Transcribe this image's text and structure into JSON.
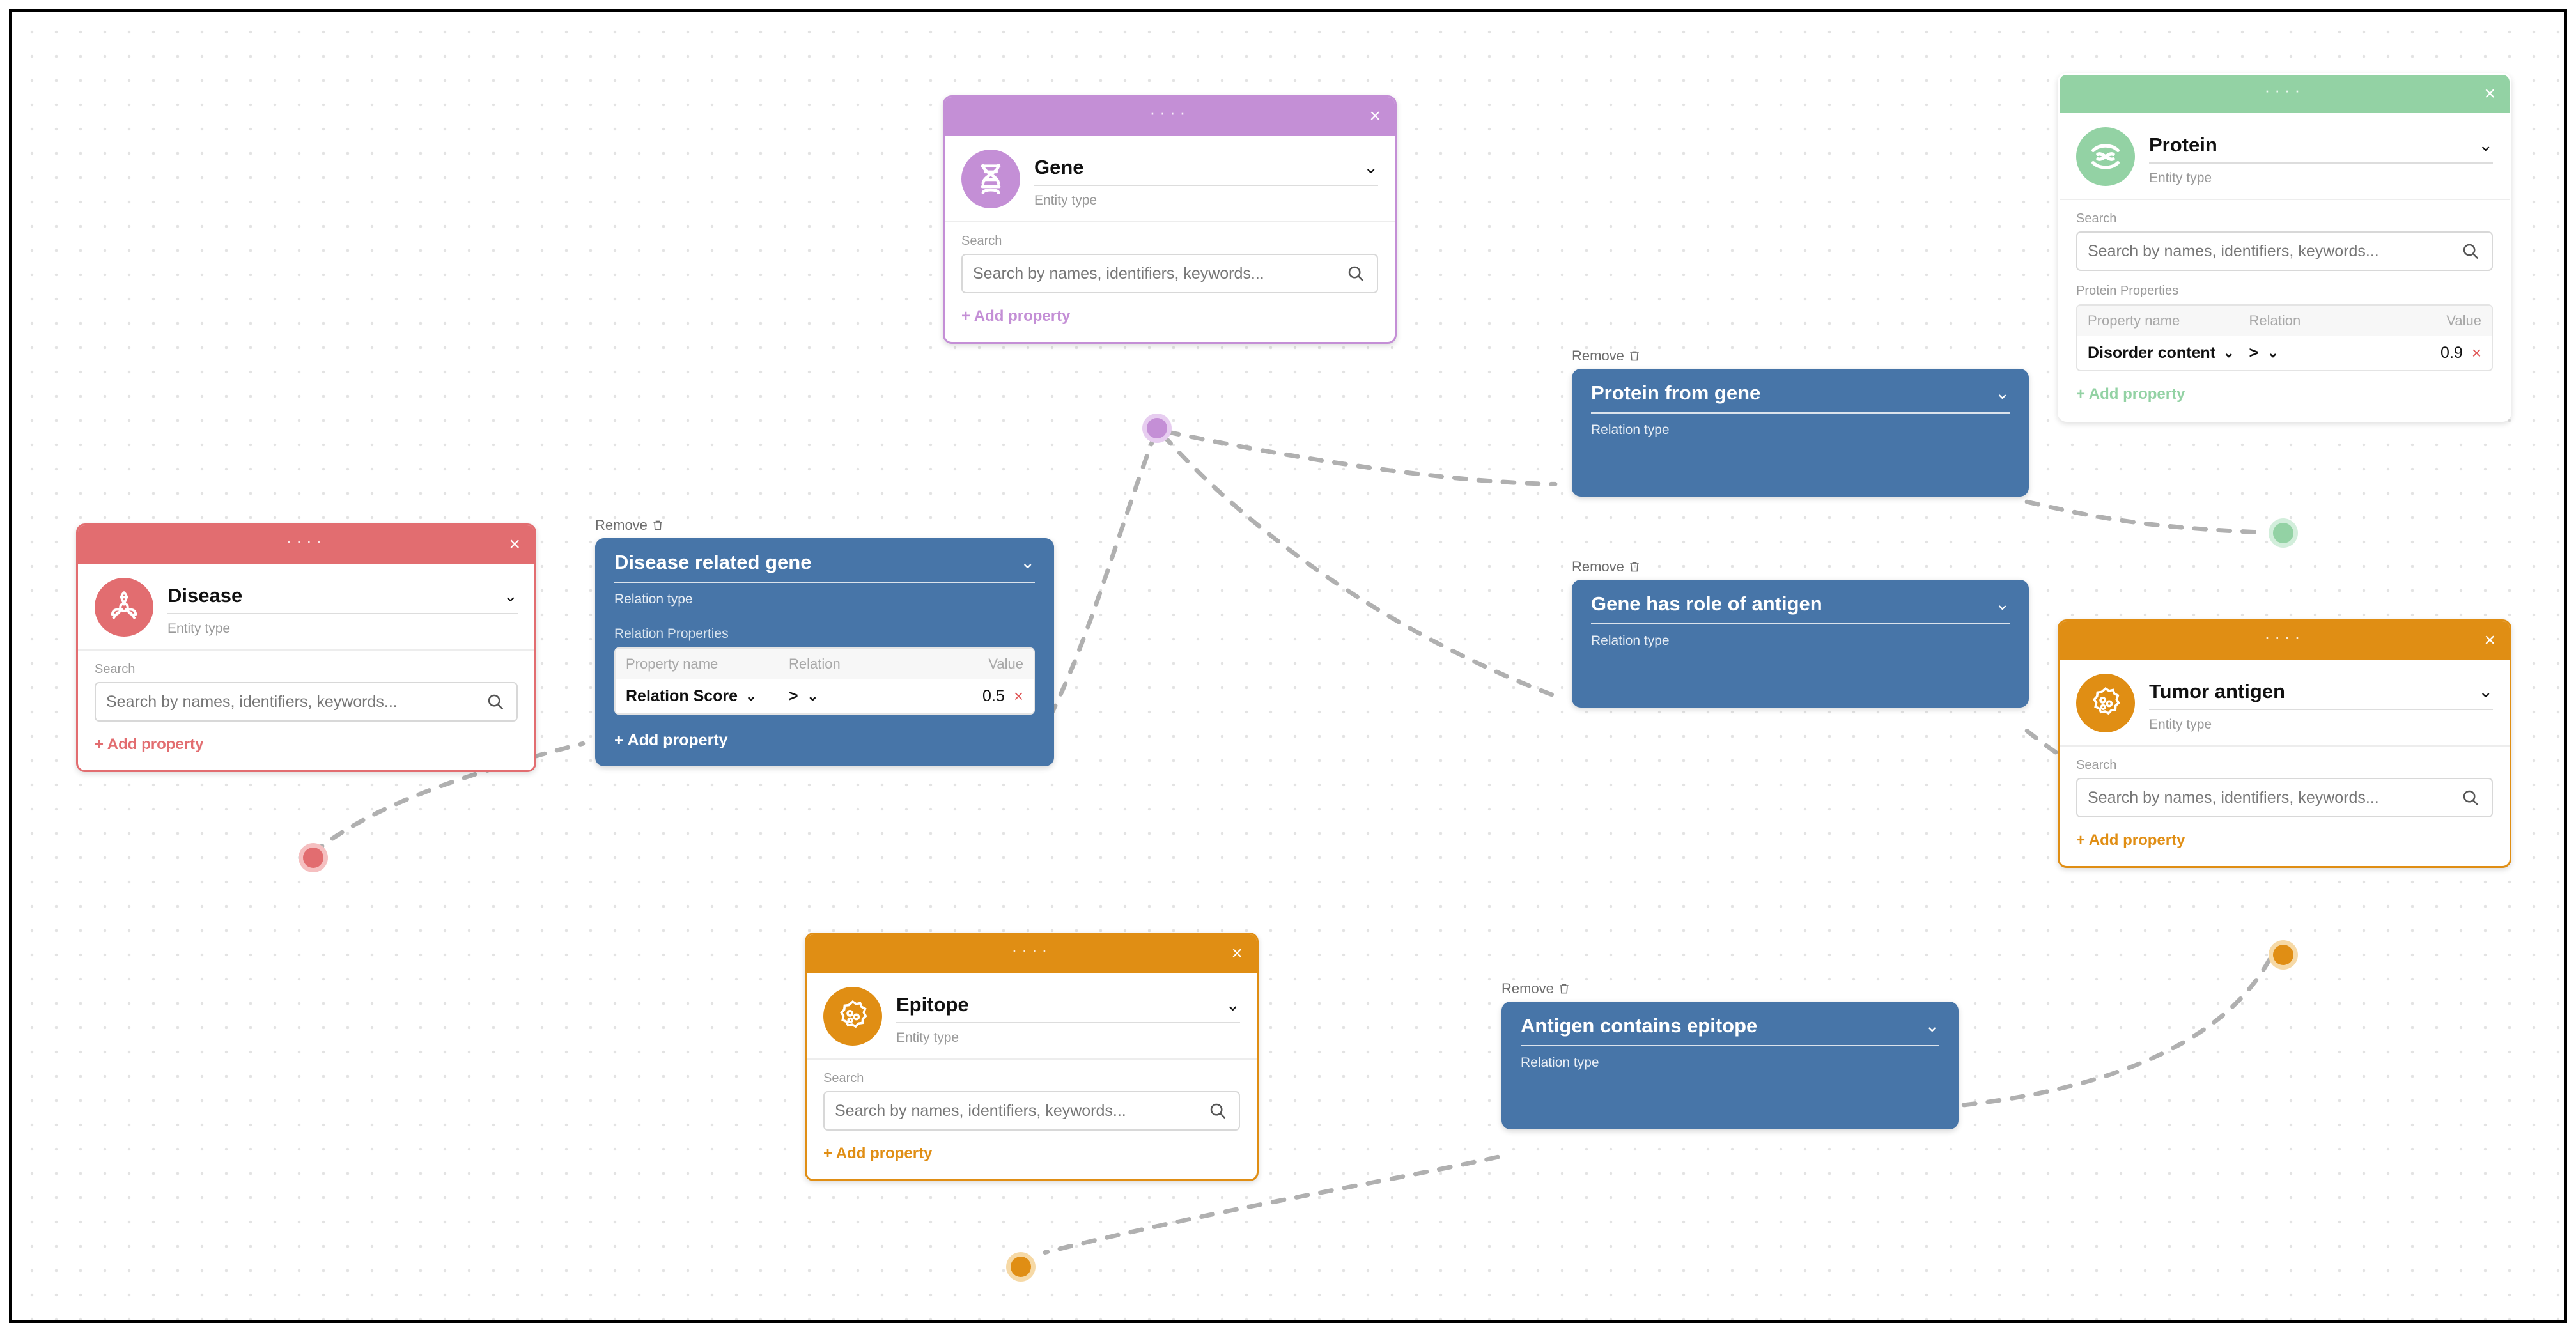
{
  "canvas": {
    "grid": "dot-grid",
    "border_color": "#000000"
  },
  "common": {
    "entity_type_label": "Entity type",
    "relation_type_label": "Relation type",
    "search_label": "Search",
    "search_placeholder": "Search by names, identifiers, keywords...",
    "add_property_label": "+ Add property",
    "remove_label": "Remove",
    "close_label": "×",
    "grip_label": "····",
    "caret_label": "⌄",
    "delete_value_label": "×",
    "property_table_headers": {
      "name": "Property name",
      "relation": "Relation",
      "value": "Value"
    }
  },
  "colors": {
    "disease": "#e26d70",
    "gene": "#c48fd6",
    "protein": "#93d2a4",
    "antigen": "#e08e14",
    "epitope": "#e08e14",
    "relation_card": "#4775a8",
    "edge": "#b0b0b0",
    "grid_dot": "#e3e3e3"
  },
  "nodes": [
    {
      "id": "disease",
      "name": "Disease",
      "icon": "biohazard-icon",
      "color": "#e26d70",
      "sub": "Entity type",
      "search_label": "Search",
      "search_placeholder": "Search by names, identifiers, keywords...",
      "add_property_label": "+ Add property",
      "properties": []
    },
    {
      "id": "gene",
      "name": "Gene",
      "icon": "dna-helix-icon",
      "color": "#c48fd6",
      "sub": "Entity type",
      "search_label": "Search",
      "search_placeholder": "Search by names, identifiers, keywords...",
      "add_property_label": "+ Add property",
      "properties": []
    },
    {
      "id": "protein",
      "name": "Protein",
      "icon": "protein-ribbon-icon",
      "color": "#93d2a4",
      "sub": "Entity type",
      "search_label": "Search",
      "search_placeholder": "Search by names, identifiers, keywords...",
      "properties_title": "Protein Properties",
      "add_property_label": "+ Add property",
      "properties": [
        {
          "name": "Disorder content",
          "relation": ">",
          "value": "0.9"
        }
      ]
    },
    {
      "id": "tumor-antigen",
      "name": "Tumor antigen",
      "icon": "antigen-cell-icon",
      "color": "#e08e14",
      "sub": "Entity type",
      "search_label": "Search",
      "search_placeholder": "Search by names, identifiers, keywords...",
      "add_property_label": "+ Add property",
      "properties": []
    },
    {
      "id": "epitope",
      "name": "Epitope",
      "icon": "antigen-cell-icon",
      "color": "#e08e14",
      "sub": "Entity type",
      "search_label": "Search",
      "search_placeholder": "Search by names, identifiers, keywords...",
      "add_property_label": "+ Add property",
      "properties": []
    }
  ],
  "relations": [
    {
      "id": "disease-related-gene",
      "remove_label": "Remove",
      "title": "Disease related gene",
      "sub": "Relation type",
      "properties_title": "Relation Properties",
      "add_property_label": "+ Add property",
      "properties": [
        {
          "name": "Relation Score",
          "relation": ">",
          "value": "0.5"
        }
      ]
    },
    {
      "id": "protein-from-gene",
      "remove_label": "Remove",
      "title": "Protein from gene",
      "sub": "Relation type",
      "properties": []
    },
    {
      "id": "gene-has-role-of-antigen",
      "remove_label": "Remove",
      "title": "Gene has role of antigen",
      "sub": "Relation type",
      "properties": []
    },
    {
      "id": "antigen-contains-epitope",
      "remove_label": "Remove",
      "title": "Antigen contains epitope",
      "sub": "Relation type",
      "properties": []
    }
  ]
}
